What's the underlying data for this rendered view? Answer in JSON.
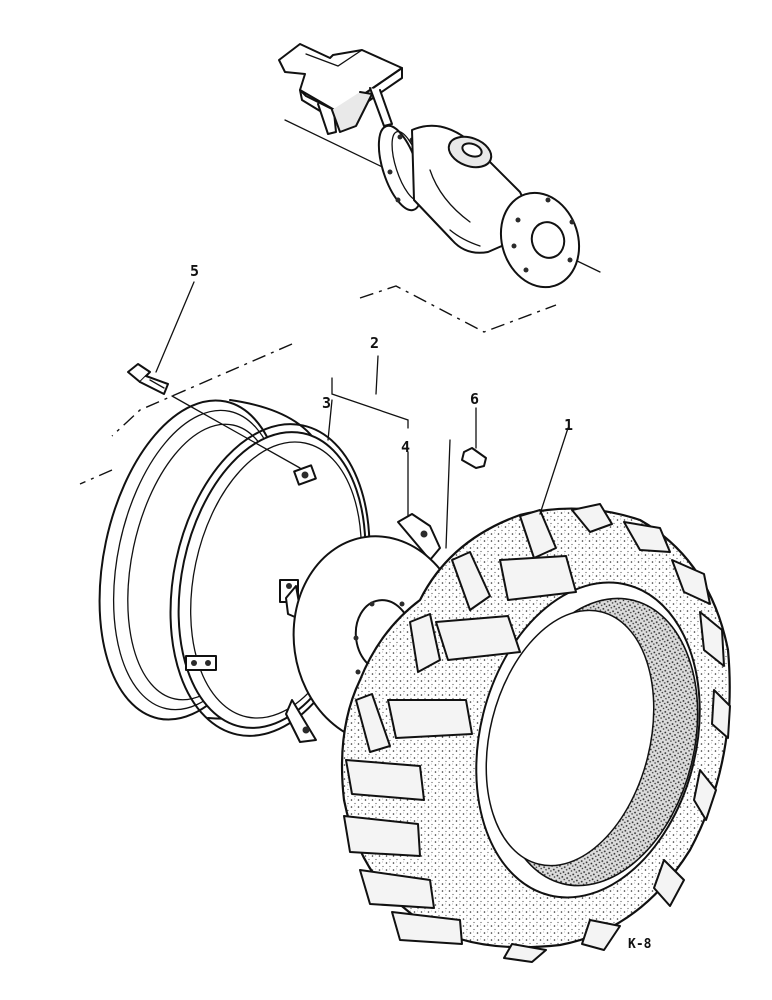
{
  "diagram": {
    "callouts": [
      {
        "id": "1",
        "text": "1"
      },
      {
        "id": "2",
        "text": "2"
      },
      {
        "id": "3",
        "text": "3"
      },
      {
        "id": "4",
        "text": "4"
      },
      {
        "id": "5",
        "text": "5"
      },
      {
        "id": "6",
        "text": "6"
      }
    ],
    "figure_code": "K-8"
  }
}
